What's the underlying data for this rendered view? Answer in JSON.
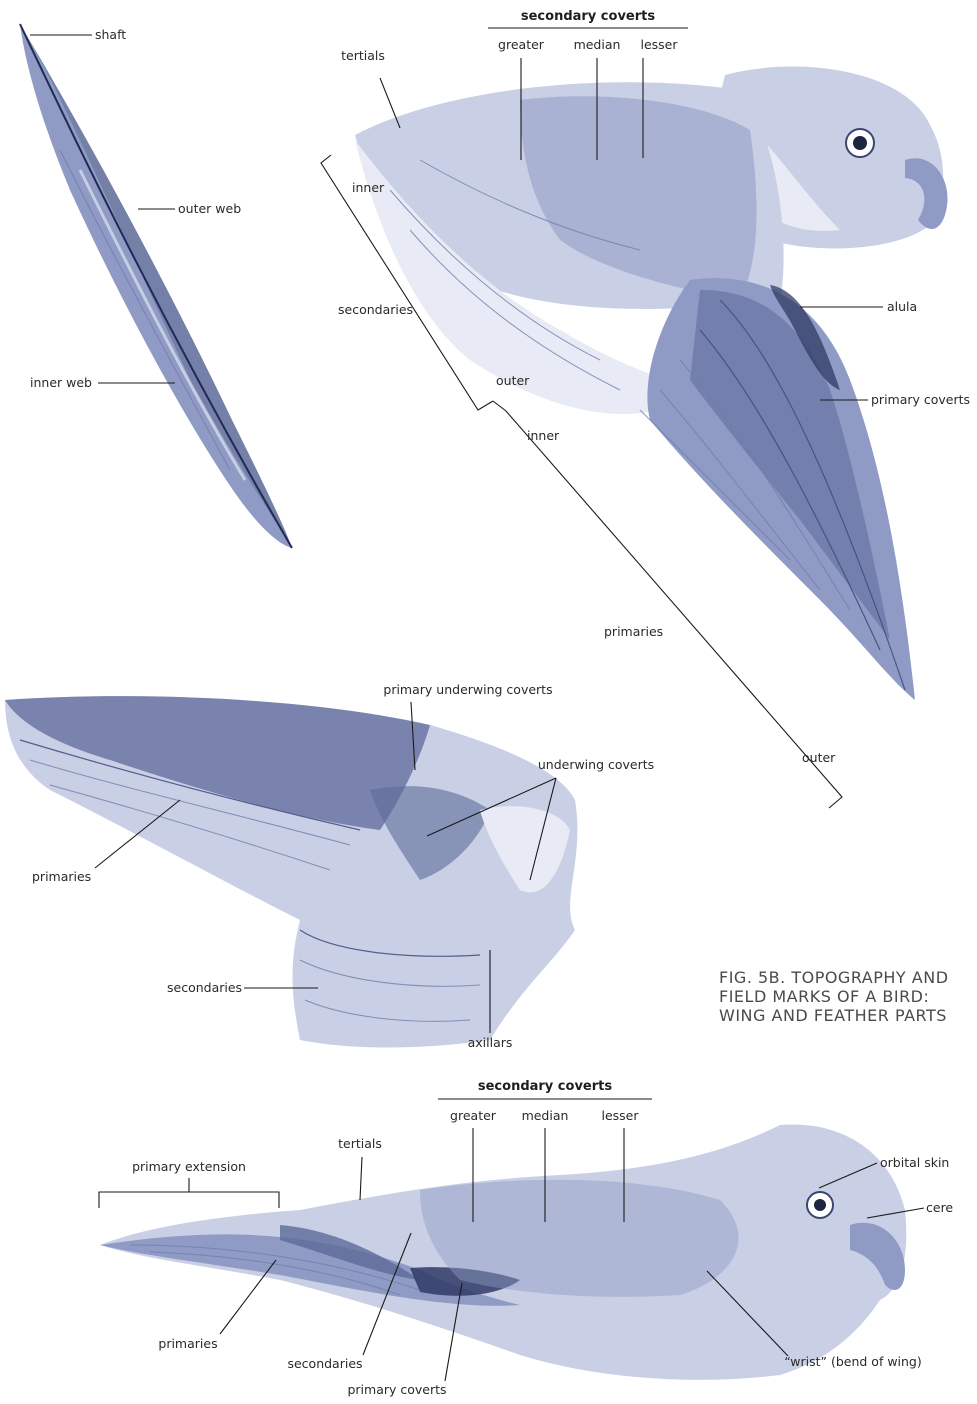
{
  "figure": {
    "caption_lines": [
      "FIG. 5B. TOPOGRAPHY AND",
      "FIELD MARKS OF A BIRD:",
      "WING AND FEATHER PARTS"
    ]
  },
  "feather": {
    "shaft": "shaft",
    "outer_web": "outer web",
    "inner_web": "inner web"
  },
  "upperwing": {
    "secondary_coverts_header": "secondary coverts",
    "greater": "greater",
    "median": "median",
    "lesser": "lesser",
    "tertials": "tertials",
    "inner_1": "inner",
    "secondaries": "secondaries",
    "outer_1": "outer",
    "inner_2": "inner",
    "primaries": "primaries",
    "outer_2": "outer",
    "alula": "alula",
    "primary_coverts": "primary coverts"
  },
  "underwing": {
    "primary_underwing_coverts": "primary underwing coverts",
    "underwing_coverts": "underwing coverts",
    "primaries": "primaries",
    "secondaries": "secondaries",
    "axillars": "axillars"
  },
  "perched": {
    "secondary_coverts_header": "secondary coverts",
    "greater": "greater",
    "median": "median",
    "lesser": "lesser",
    "tertials": "tertials",
    "primary_extension": "primary extension",
    "orbital_skin": "orbital skin",
    "cere": "cere",
    "primaries": "primaries",
    "secondaries": "secondaries",
    "primary_coverts": "primary coverts",
    "wrist": "“wrist” (bend of wing)"
  },
  "colors": {
    "ink": "#5d6a9a",
    "wash": "#c9cfe5",
    "line": "#1a1a1a"
  }
}
